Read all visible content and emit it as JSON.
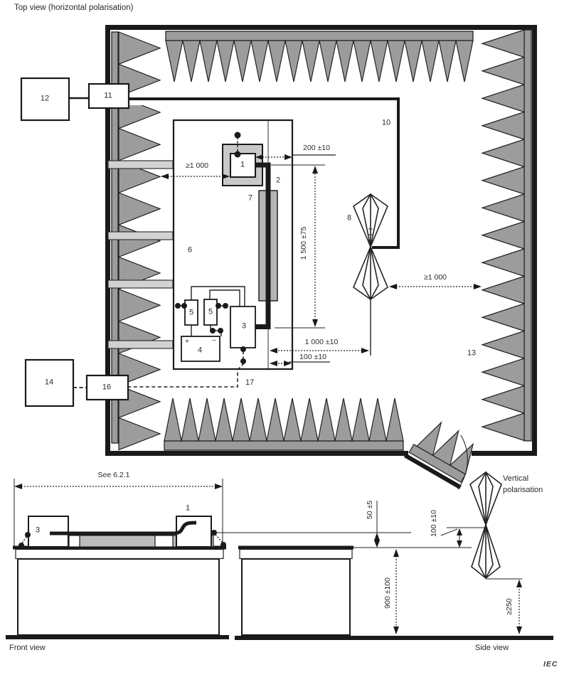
{
  "title": "Top view (horizontal polarisation)",
  "colors": {
    "ink": "#1a1a1a",
    "absorber": "#9c9c9c",
    "strap": "#d2d2d2",
    "frame": "#c8c8c8",
    "bar": "#b5b5b5",
    "ground_plane": "#bdbdbd",
    "text": "#2b2b2b"
  },
  "equipment": {
    "b12": "12",
    "b11": "11",
    "b14": "14",
    "b16": "16",
    "eut": "1",
    "harness": "2",
    "load": "3",
    "battery": "4",
    "an_left": "5",
    "an_right": "5",
    "bench": "6",
    "support": "7",
    "antenna": "8",
    "cable": "10",
    "absorbers": "13",
    "bulkhead": "17",
    "battery_plus": "+",
    "battery_minus": "−"
  },
  "front_view": {
    "eut": "1",
    "load": "3"
  },
  "dimensions": {
    "eut_to_absorber": "≥1 000",
    "eut_to_edge": "200 ±10",
    "harness_length": "1 500 ±75",
    "antenna_to_absorber": "≥1 000",
    "antenna_to_harness": "1 000 ±10",
    "harness_to_edge": "100 ±10",
    "bench_length": "See 6.2.1",
    "harness_height": "50 ±5",
    "antenna_height": "100 ±10",
    "bench_height": "900 ±100",
    "antenna_clearance": "≥250"
  },
  "captions": {
    "front": "Front view",
    "side": "Side view",
    "vertical_polarisation": "Vertical polarisation",
    "iec": "IEC"
  }
}
